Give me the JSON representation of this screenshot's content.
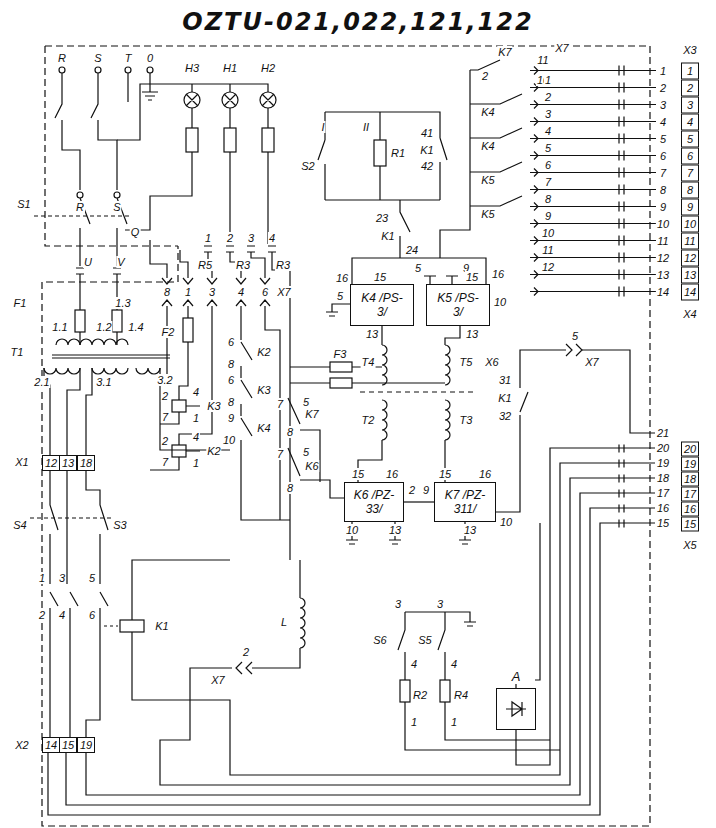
{
  "diagram": {
    "title": "OZTU-021,022,121,122",
    "nodes": [
      {
        "text": [
          "K4 /PS-3/"
        ]
      },
      {
        "text": [
          "K5 /PS-3/"
        ]
      },
      {
        "text": [
          "K6 /PZ-33/"
        ]
      },
      {
        "text": [
          "K7 /PZ-311/"
        ]
      },
      {
        "text": [
          "A"
        ]
      }
    ],
    "edges": [
      {
        "from": 2,
        "to": 3,
        "arrow": "none"
      }
    ],
    "labels": [
      "R",
      "S",
      "T",
      "0",
      "H3",
      "H1",
      "H2",
      "R5",
      "R3",
      "R3",
      "S1",
      "R",
      "S",
      "Q",
      "U",
      "V",
      "F1",
      "1.3",
      "1.1",
      "1.2",
      "1.4",
      "T1",
      "2.1",
      "3.1",
      "3.2",
      "X1",
      "S4",
      "S3",
      "1",
      "3",
      "5",
      "2",
      "4",
      "6",
      "K1",
      "X2",
      "1",
      "2",
      "3",
      "4",
      "8",
      "1",
      "3",
      "4",
      "6",
      "X7",
      "F2",
      "6",
      "K2",
      "8",
      "6",
      "K3",
      "8",
      "9",
      "K4",
      "10",
      "2",
      "7",
      "K3",
      "4",
      "1",
      "2",
      "7",
      "K2",
      "4",
      "1",
      "I",
      "II",
      "S2",
      "R1",
      "41",
      "K1",
      "42",
      "23",
      "K1",
      "24",
      "2",
      "K7",
      "11",
      "10",
      "X7",
      "K4",
      "K4",
      "K5",
      "K5",
      "X6",
      "16",
      "15",
      "5",
      "13",
      "5",
      "9",
      "15",
      "16",
      "10",
      "13",
      "T4",
      "T5",
      "T2",
      "T3",
      "F3",
      "31",
      "K1",
      "32",
      "5",
      "X7",
      "7",
      "5",
      "K7",
      "8",
      "7",
      "5",
      "K6",
      "8",
      "15",
      "16",
      "10",
      "13",
      "2",
      "9",
      "15",
      "16",
      "10",
      "13",
      "L",
      "X7",
      "2",
      "3",
      "3",
      "S6",
      "S5",
      "4",
      "4",
      "R2",
      "R4",
      "1",
      "1",
      "X5",
      "X3",
      "X4",
      "1",
      "2",
      "3",
      "4",
      "5",
      "6",
      "7",
      "8",
      "9",
      "10",
      "11",
      "12",
      "13",
      "14",
      "1",
      "2",
      "3",
      "4",
      "5",
      "6",
      "7",
      "8",
      "9",
      "10",
      "11",
      "12",
      "13",
      "14",
      "1",
      "2",
      "3",
      "4",
      "5",
      "6",
      "7",
      "8",
      "9",
      "10",
      "11",
      "12",
      "21",
      "20",
      "19",
      "18",
      "17",
      "16",
      "15",
      "20",
      "19",
      "18",
      "17",
      "16",
      "15",
      "12",
      "13",
      "18",
      "14",
      "15",
      "19"
    ]
  }
}
